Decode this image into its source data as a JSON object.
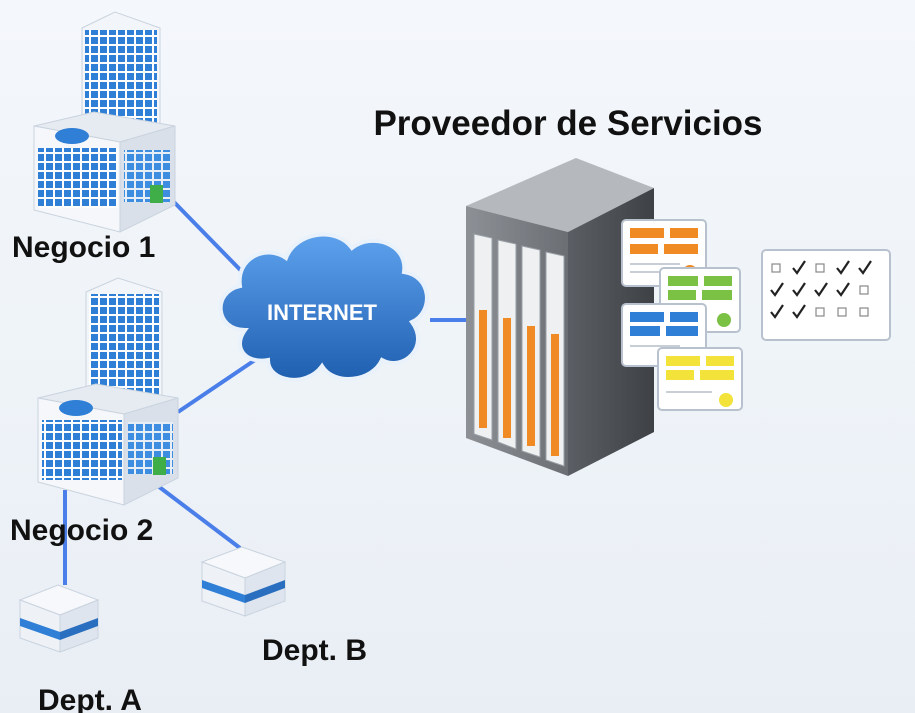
{
  "title": "Proveedor de Servicios",
  "cloud_label": "INTERNET",
  "nodes": {
    "negocio1": "Negocio 1",
    "negocio2": "Negocio 2",
    "dept_a": "Dept. A",
    "dept_b": "Dept. B"
  },
  "colors": {
    "link": "#4a7ee8",
    "building": "#2f7fd6",
    "cloud": "#2f7fd6",
    "server_slot": "#f08a24",
    "app_orange": "#f08a24",
    "app_green": "#7bc143",
    "app_blue": "#2f7fd6",
    "app_yellow": "#f2e23a"
  },
  "checklist": {
    "rows": [
      [
        false,
        true,
        false,
        true,
        true
      ],
      [
        true,
        true,
        true,
        true,
        false
      ],
      [
        true,
        true,
        false,
        false,
        false
      ]
    ]
  }
}
